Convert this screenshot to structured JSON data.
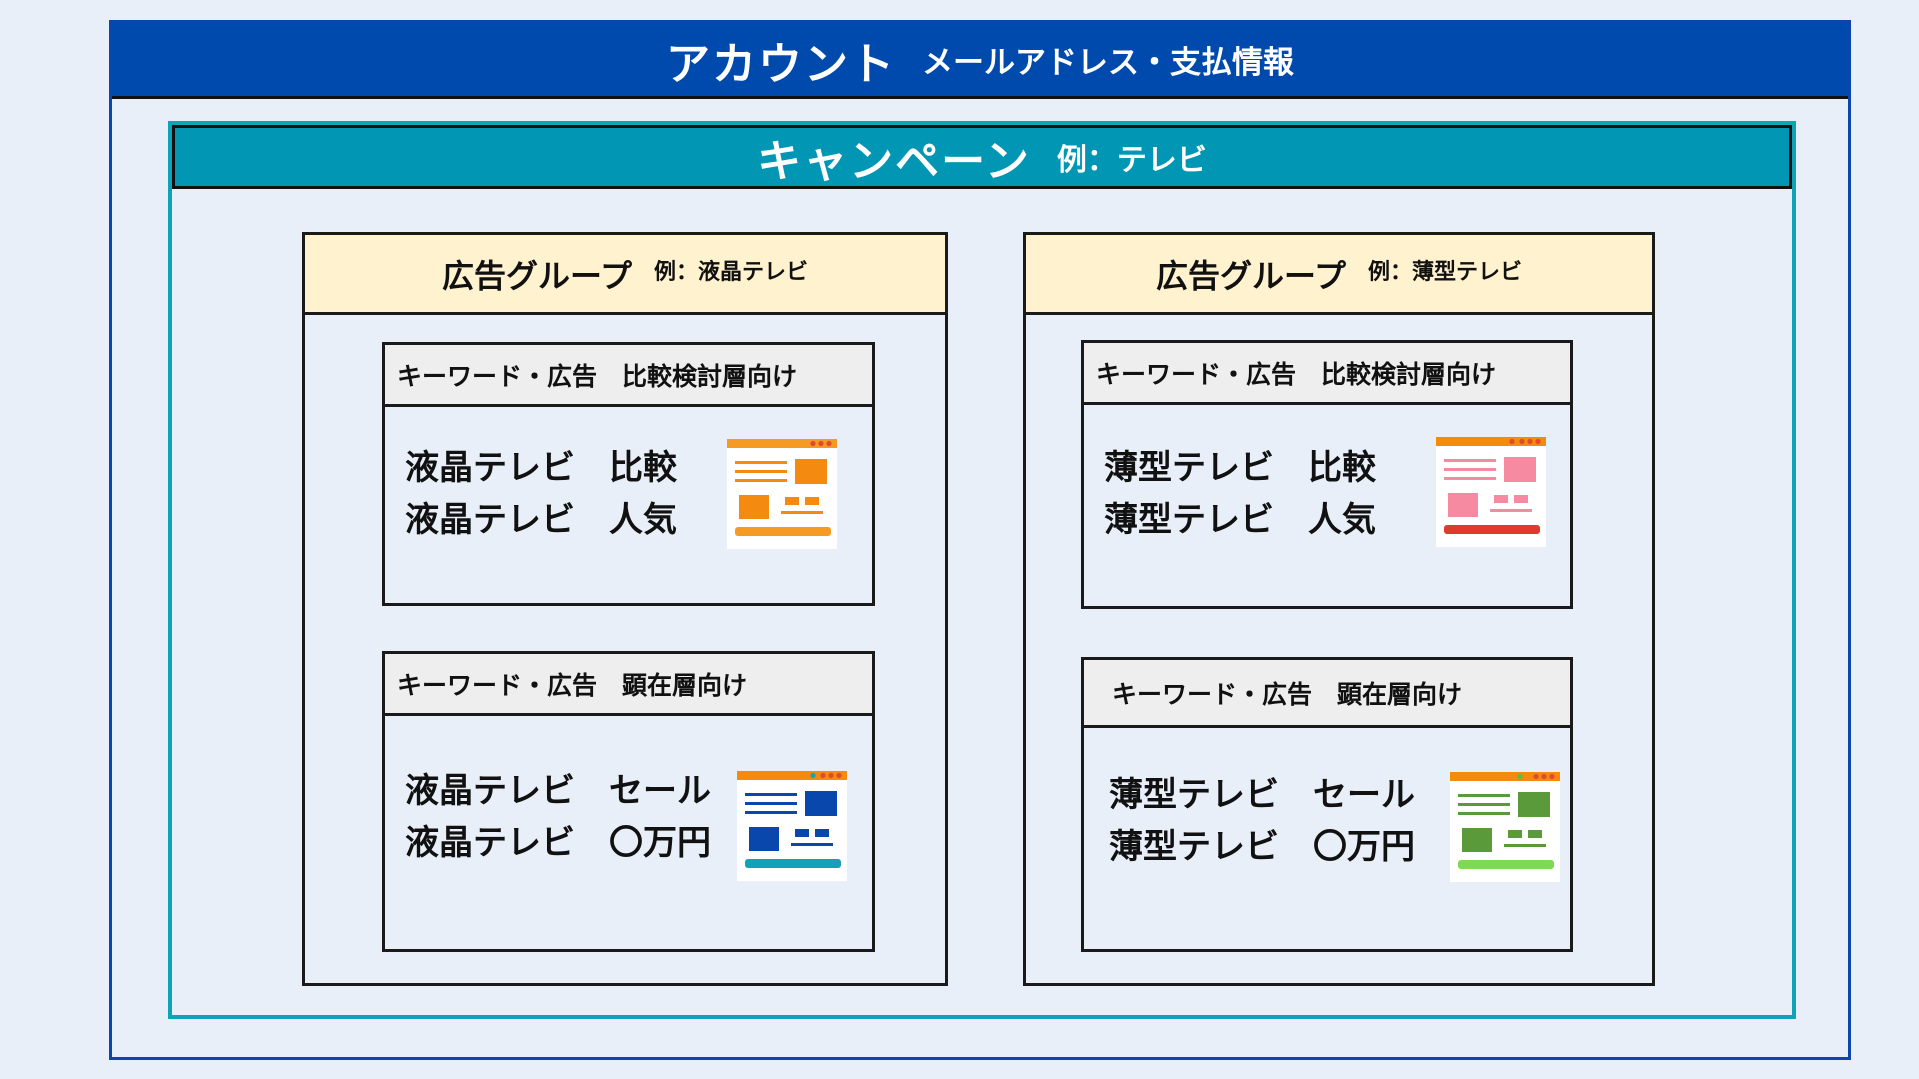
{
  "account": {
    "title": "アカウント",
    "subtitle": "メールアドレス・支払情報"
  },
  "campaign": {
    "title": "キャンペーン",
    "subtitle": "例：テレビ"
  },
  "ad_groups": [
    {
      "title": "広告グループ",
      "subtitle": "例：液晶テレビ",
      "keyword_sets": [
        {
          "header": "キーワード・広告　比較検討層向け",
          "lines": [
            "液晶テレビ　比較",
            "液晶テレビ　人気"
          ],
          "icon": "webpage-icon-orange"
        },
        {
          "header": "キーワード・広告　顕在層向け",
          "lines": [
            "液晶テレビ　セール",
            "液晶テレビ　〇万円"
          ],
          "icon": "webpage-icon-blue"
        }
      ]
    },
    {
      "title": "広告グループ",
      "subtitle": "例：薄型テレビ",
      "keyword_sets": [
        {
          "header": "キーワード・広告　比較検討層向け",
          "lines": [
            "薄型テレビ　比較",
            "薄型テレビ　人気"
          ],
          "icon": "webpage-icon-pink"
        },
        {
          "header": "キーワード・広告　顕在層向け",
          "lines": [
            "薄型テレビ　セール",
            "薄型テレビ　〇万円"
          ],
          "icon": "webpage-icon-green"
        }
      ]
    }
  ],
  "colors": {
    "account_header": "#004aad",
    "campaign_header": "#0096b4",
    "ad_group_header": "#fff2cf",
    "keyword_header": "#eeeeee",
    "background": "#e8eff9"
  }
}
